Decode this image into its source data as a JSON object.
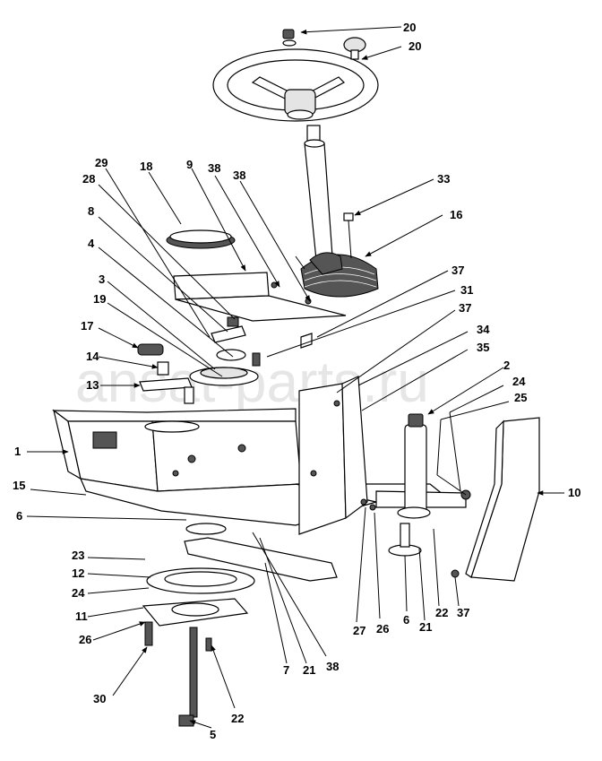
{
  "watermark": "ansat-parts.ru",
  "callouts": [
    "20",
    "20",
    "33",
    "16",
    "29",
    "18",
    "9",
    "38",
    "38",
    "28",
    "8",
    "4",
    "3",
    "19",
    "17",
    "14",
    "13",
    "37",
    "31",
    "37",
    "34",
    "35",
    "2",
    "24",
    "25",
    "1",
    "10",
    "15",
    "6",
    "23",
    "12",
    "24",
    "11",
    "26",
    "30",
    "5",
    "22",
    "7",
    "21",
    "38",
    "27",
    "26",
    "6",
    "21",
    "22",
    "37"
  ]
}
